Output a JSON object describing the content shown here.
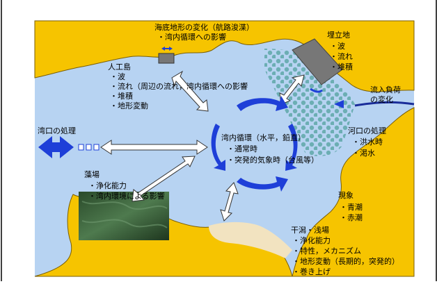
{
  "colors": {
    "land": "#F6C400",
    "land_stroke": "#7A5E00",
    "water": "#A8CCEE",
    "sea": "#B7D3F2",
    "blue_arrow": "#1E3FD8",
    "teal_dots": "#5FA8A8",
    "gray_block": "#777777",
    "sand": "#F2E3C0",
    "river": "#1A2D9A",
    "text": "#000000"
  },
  "labels": {
    "seabed_title": "海底地形の変化（航路浚渫）",
    "seabed_sub": "・湾内循環への影響",
    "reclaim_title": "埋立地",
    "reclaim_items": [
      "・波",
      "・流れ",
      "・堆積"
    ],
    "inflow_line1": "流入負荷",
    "inflow_line2": "の変化",
    "island_title": "人工島",
    "island_items": [
      "・波",
      "・流れ（周辺の流れ，湾内循環への影響",
      "・堆積",
      "・地形変動"
    ],
    "mouth_title": "湾口の処理",
    "circ_title": "湾内循環（水平，鉛直）",
    "circ_items": [
      "・通常時",
      "・突発的気象時（台風等）"
    ],
    "rivermouth_title": "河口の処理",
    "rivermouth_items": [
      "・洪水時",
      "・渇水"
    ],
    "seaweed_title": "藻場",
    "seaweed_items": [
      "・浄化能力",
      "・湾内環境による影響"
    ],
    "phenom_title": "現象",
    "phenom_items": [
      "・青潮",
      "・赤潮"
    ],
    "tidal_title": "干潟・浅場",
    "tidal_items": [
      "・浄化能力",
      "・特性，メカニズム",
      "・地形変動（長期的，突発的）",
      "・巻き上げ"
    ]
  }
}
